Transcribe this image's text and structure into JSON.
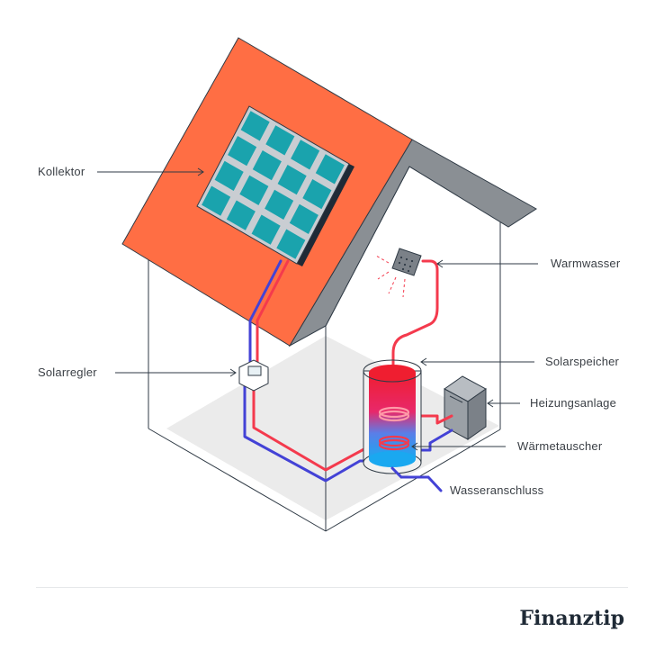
{
  "labels": {
    "collector": "Kollektor",
    "controller": "Solarregler",
    "hot_water": "Warmwasser",
    "storage": "Solarspeicher",
    "heating": "Heizungsanlage",
    "heat_exchanger": "Wärmetauscher",
    "water_connection": "Wasseranschluss"
  },
  "brand": "Finanztip",
  "colors": {
    "roof": "#ff6e44",
    "roof_side": "#8a8f94",
    "panel": "#1aa3ad",
    "hot_pipe": "#f43a4d",
    "cold_pipe": "#4342d6",
    "floor": "#eaeaea",
    "outline": "#2f3a45"
  }
}
